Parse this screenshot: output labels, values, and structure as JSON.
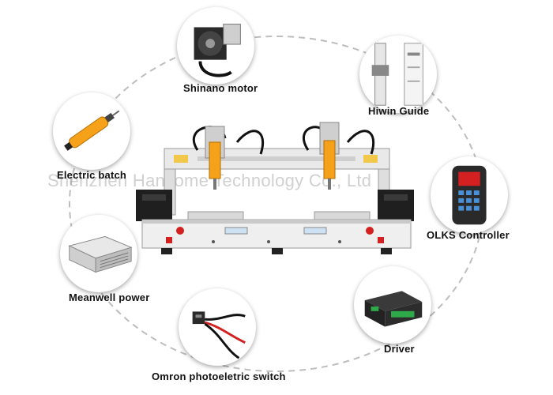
{
  "watermark": "Shenzhen Hansome Technology Co., Ltd",
  "components": {
    "shinano_motor": "Shinano motor",
    "hiwin_guide": "Hiwin Guide",
    "electric_batch": "Electric batch",
    "olks_controller": "OLKS Controller",
    "meanwell_power": "Meanwell power",
    "driver": "Driver",
    "omron_switch": "Omron photoeletric switch"
  },
  "colors": {
    "ring": "#bdbdbd",
    "screwdriver_orange": "#f5a21a",
    "switch_red": "#d42020",
    "board_green": "#2faa4a"
  }
}
